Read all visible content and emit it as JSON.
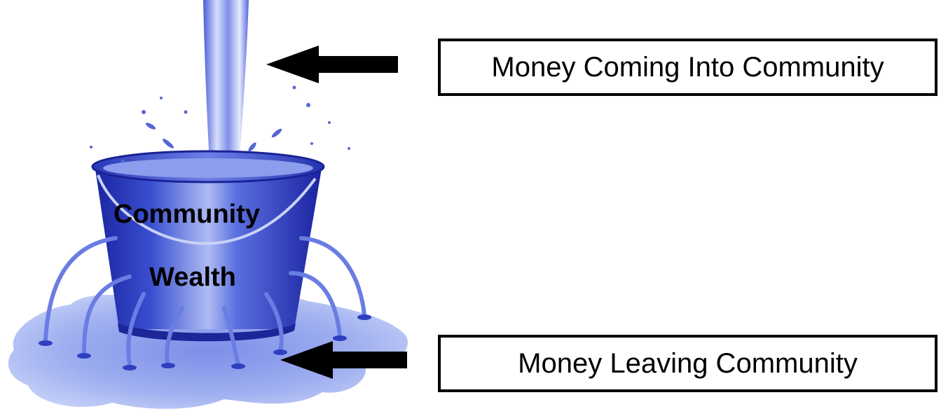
{
  "labels": {
    "money_in": "Money Coming Into Community",
    "money_out": "Money Leaving Community"
  },
  "bucket": {
    "line1": "Community",
    "line2": "Wealth"
  },
  "colors": {
    "water_dark": "#1f2fb0",
    "water_mid": "#4a5fd8",
    "water_light": "#b8c6f5",
    "arrow": "#000000"
  },
  "icons": {
    "bucket": "leaky-bucket-icon",
    "arrow_in": "arrow-left-icon",
    "arrow_out": "arrow-left-icon"
  }
}
